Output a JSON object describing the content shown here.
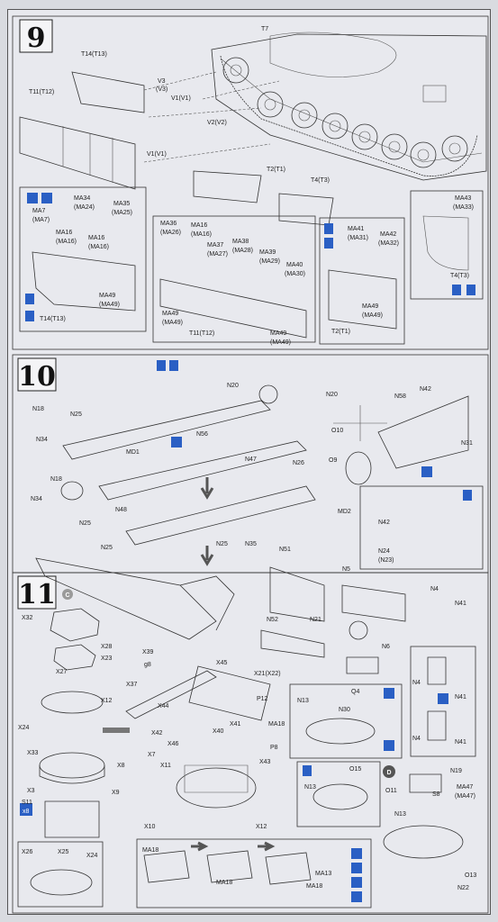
{
  "steps": [
    {
      "number": "9"
    },
    {
      "number": "10"
    },
    {
      "number": "11"
    }
  ],
  "step9": {
    "main": [
      "T7",
      "T14(T13)",
      "V3",
      "(V3)",
      "V1(V1)",
      "T11(T12)",
      "V2(V2)",
      "V1(V1)",
      "T2(T1)",
      "T4(T3)"
    ],
    "inset_a": [
      "MA7",
      "(MA7)",
      "MA34",
      "(MA24)",
      "MA35",
      "(MA25)",
      "MA16",
      "(MA16)",
      "MA16",
      "(MA16)",
      "MA49",
      "(MA49)",
      "T14(T13)"
    ],
    "inset_b": [
      "MA36",
      "(MA26)",
      "MA16",
      "(MA16)",
      "MA37",
      "(MA27)",
      "MA38",
      "(MA28)",
      "MA39",
      "(MA29)",
      "MA40",
      "(MA30)",
      "MA49",
      "(MA49)",
      "MA49",
      "(MA49)",
      "T11(T12)"
    ],
    "inset_c": [
      "MA41",
      "(MA31)",
      "MA42",
      "(MA32)",
      "MA49",
      "(MA49)",
      "T2(T1)"
    ],
    "inset_d": [
      "MA43",
      "(MA33)",
      "T4(T3)"
    ]
  },
  "step10": {
    "labels": [
      "N20",
      "N20",
      "N18",
      "N25",
      "N34",
      "MD1",
      "N56",
      "N47",
      "O10",
      "N58",
      "N42",
      "N26",
      "O9",
      "N31",
      "N18",
      "N34",
      "N25",
      "N48",
      "N25",
      "MD2",
      "N42",
      "N24",
      "(N23)"
    ]
  },
  "step11": {
    "marker_c": "C",
    "marker_d": "D",
    "labels": [
      "N25",
      "N35",
      "N51",
      "N5",
      "N4",
      "N41",
      "X32",
      "X28",
      "X23",
      "X27",
      "X12",
      "X24",
      "X33",
      "X3",
      "S11",
      "x8",
      "X39",
      "g8",
      "X37",
      "X45",
      "X21(X22)",
      "P12",
      "X44",
      "X42",
      "X41",
      "MA18",
      "X46",
      "X40",
      "P8",
      "X43",
      "X7",
      "X8",
      "X9",
      "X11",
      "X10",
      "X12",
      "N52",
      "N21",
      "N6",
      "Q4",
      "N30",
      "N13",
      "N13",
      "O15",
      "O11",
      "N19",
      "S8",
      "MA47",
      "(MA47)",
      "N13",
      "O13",
      "N22",
      "N4",
      "N41",
      "N4",
      "N41",
      "X26",
      "X25",
      "X24",
      "MA18",
      "MA18",
      "MA13",
      "MA18"
    ]
  }
}
